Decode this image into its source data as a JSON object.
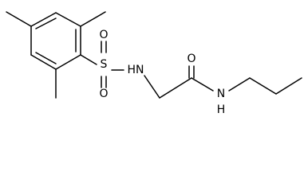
{
  "molecule": {
    "atoms": {
      "sulfur": "S",
      "sulfonyl_oxygen_top": "O",
      "sulfonyl_oxygen_bottom": "O",
      "sulfonamide_nh": "HN",
      "carbonyl_oxygen": "O",
      "amide_nh": "N",
      "amide_h": "H"
    },
    "colors": {
      "bond": "#000000",
      "label": "#000000",
      "background": "#ffffff"
    }
  }
}
